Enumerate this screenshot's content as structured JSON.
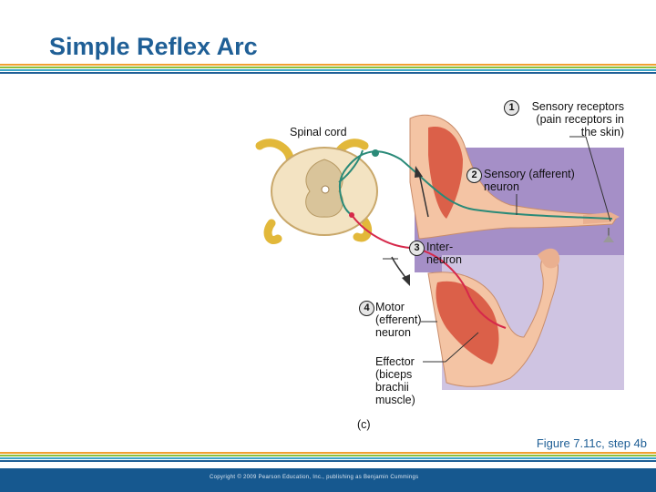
{
  "slide": {
    "title": "Simple Reflex Arc",
    "figure_caption": "Figure 7.11c, step 4b",
    "copyright": "Copyright © 2009 Pearson Education, Inc., publishing as Benjamin Cummings"
  },
  "diagram": {
    "panel_label": "(c)",
    "spinal_cord_label": "Spinal cord",
    "steps": [
      {
        "number": "1",
        "label_lines": [
          "Sensory receptors",
          "(pain receptors in",
          "the skin)"
        ]
      },
      {
        "number": "2",
        "label_lines": [
          "Sensory (afferent)",
          "neuron"
        ]
      },
      {
        "number": "3",
        "label_lines": [
          "Inter-",
          "neuron"
        ]
      },
      {
        "number": "4",
        "label_lines": [
          "Motor",
          "(efferent)",
          "neuron"
        ]
      }
    ],
    "effector_lines": [
      "Effector",
      "(biceps",
      "brachii",
      "muscle)"
    ]
  },
  "colors": {
    "title": "#1f5f96",
    "footer": "#16588f",
    "stripes": [
      "#f0a030",
      "#8cc03c",
      "#3fa7c9",
      "#1f5f96"
    ],
    "sensory_neuron": "#2a8a78",
    "motor_neuron": "#d6284a",
    "panel": "#a58fc7"
  }
}
